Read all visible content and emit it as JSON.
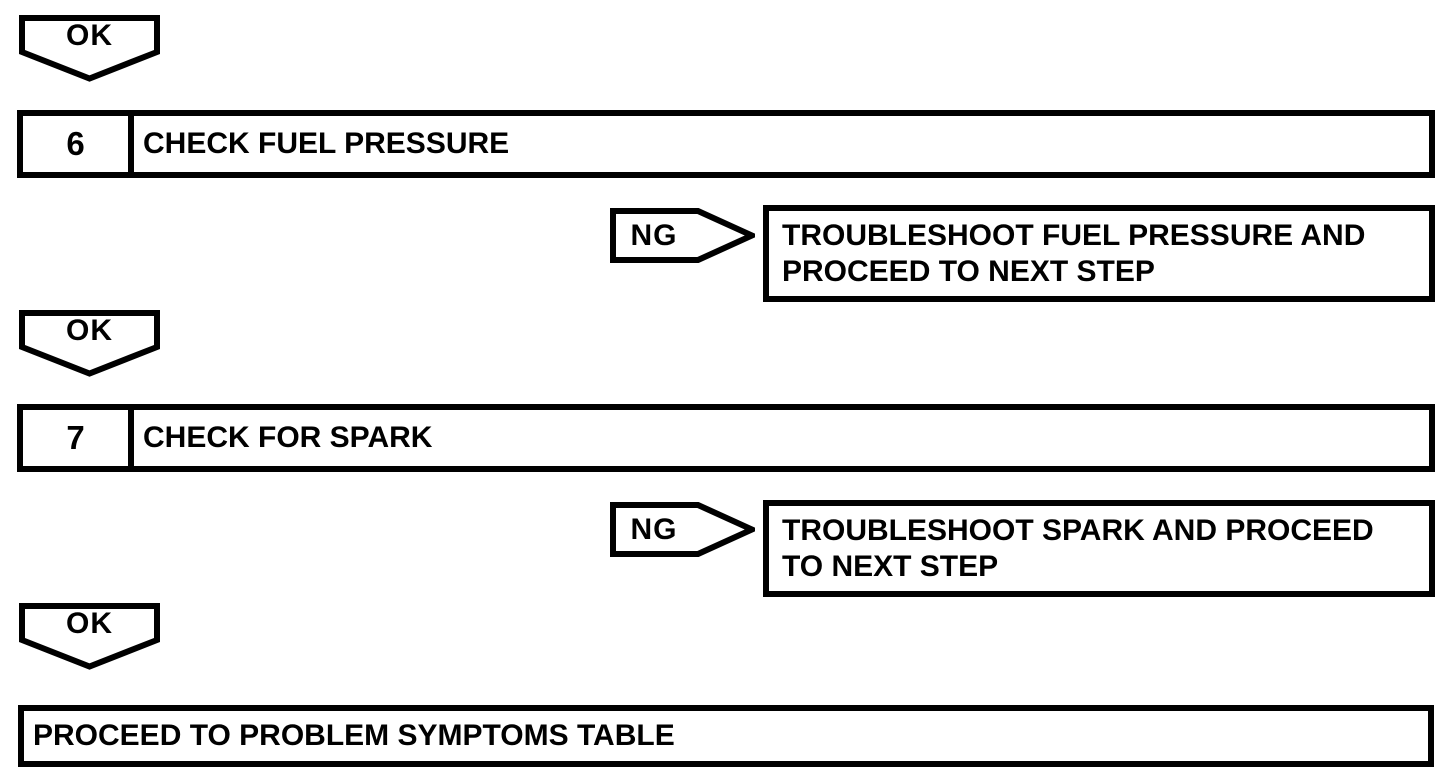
{
  "diagram": {
    "ok_label": "OK",
    "ng_label": "NG",
    "steps": [
      {
        "number": "6",
        "title": "CHECK FUEL PRESSURE",
        "ng_action": "TROUBLESHOOT FUEL PRESSURE AND\nPROCEED TO NEXT STEP"
      },
      {
        "number": "7",
        "title": "CHECK FOR SPARK",
        "ng_action": "TROUBLESHOOT SPARK AND PROCEED\nTO NEXT STEP"
      }
    ],
    "final_action": "PROCEED TO PROBLEM SYMPTOMS TABLE"
  }
}
